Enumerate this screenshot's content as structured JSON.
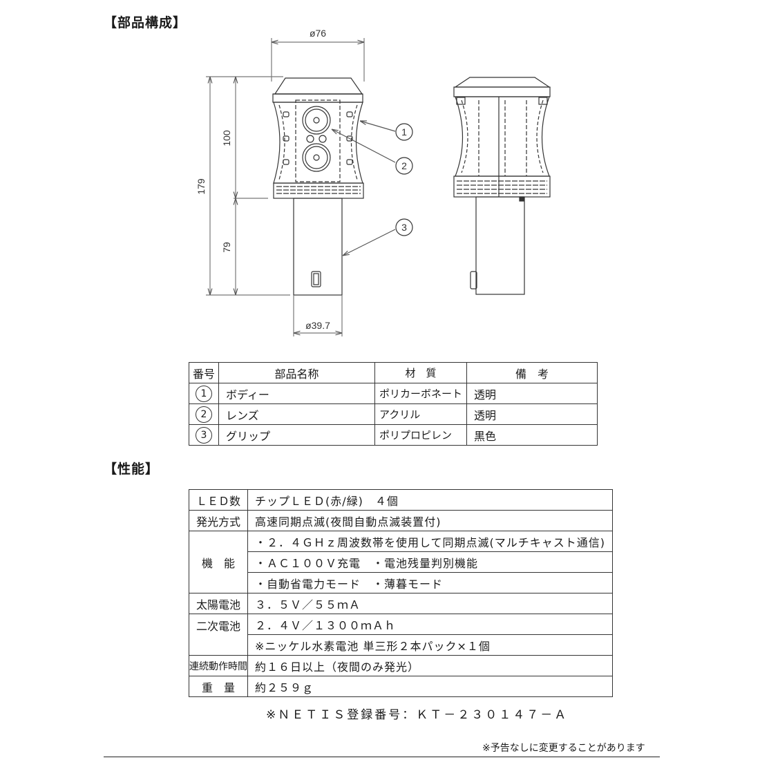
{
  "sections": {
    "parts_heading": "【部品構成】",
    "performance_heading": "【性能】"
  },
  "drawing": {
    "front_view": {
      "dim_top_diameter": "ø76",
      "dim_total_height": "179",
      "dim_head_height": "100",
      "dim_grip_height": "79",
      "dim_grip_diameter": "ø39.7",
      "callouts": [
        "1",
        "2",
        "3"
      ]
    },
    "side_view": {}
  },
  "parts_table": {
    "headers": [
      "番号",
      "部品名称",
      "材　質",
      "備　考"
    ],
    "rows": [
      {
        "no": "1",
        "name": "ボディー",
        "material": "ポリカーボネート",
        "note": "透明"
      },
      {
        "no": "2",
        "name": "レンズ",
        "material": "アクリル",
        "note": "透明"
      },
      {
        "no": "3",
        "name": "グリップ",
        "material": "ポリプロピレン",
        "note": "黒色"
      }
    ]
  },
  "performance_table": {
    "led_count": {
      "label": "ＬＥＤ数",
      "value": "チップＬＥＤ(赤/緑)　４個"
    },
    "emission": {
      "label": "発光方式",
      "value": "高速同期点滅(夜間自動点滅装置付)"
    },
    "functions": {
      "label": "機　能",
      "values": [
        "・２．４ＧＨｚ周波数帯を使用して同期点滅(マルチキャスト通信)",
        "・ＡＣ１００Ｖ充電　・電池残量判別機能",
        "・自動省電力モード　・薄暮モード"
      ]
    },
    "solar": {
      "label": "太陽電池",
      "value": "３．５Ｖ／５５ｍＡ"
    },
    "secondary": {
      "label": "二次電池",
      "values": [
        "２．４Ｖ／１３００ｍＡｈ",
        "※ニッケル水素電池 単三形２本パック×１個"
      ]
    },
    "runtime": {
      "label": "連続動作時間",
      "value": "約１６日以上（夜間のみ発光）"
    },
    "weight": {
      "label": "重　量",
      "value": "約２５９ｇ"
    }
  },
  "netis": "※ＮＥＴＩＳ登録番号：ＫＴ－２３０１４７－Ａ",
  "notice": "※予告なしに変更することがあります"
}
